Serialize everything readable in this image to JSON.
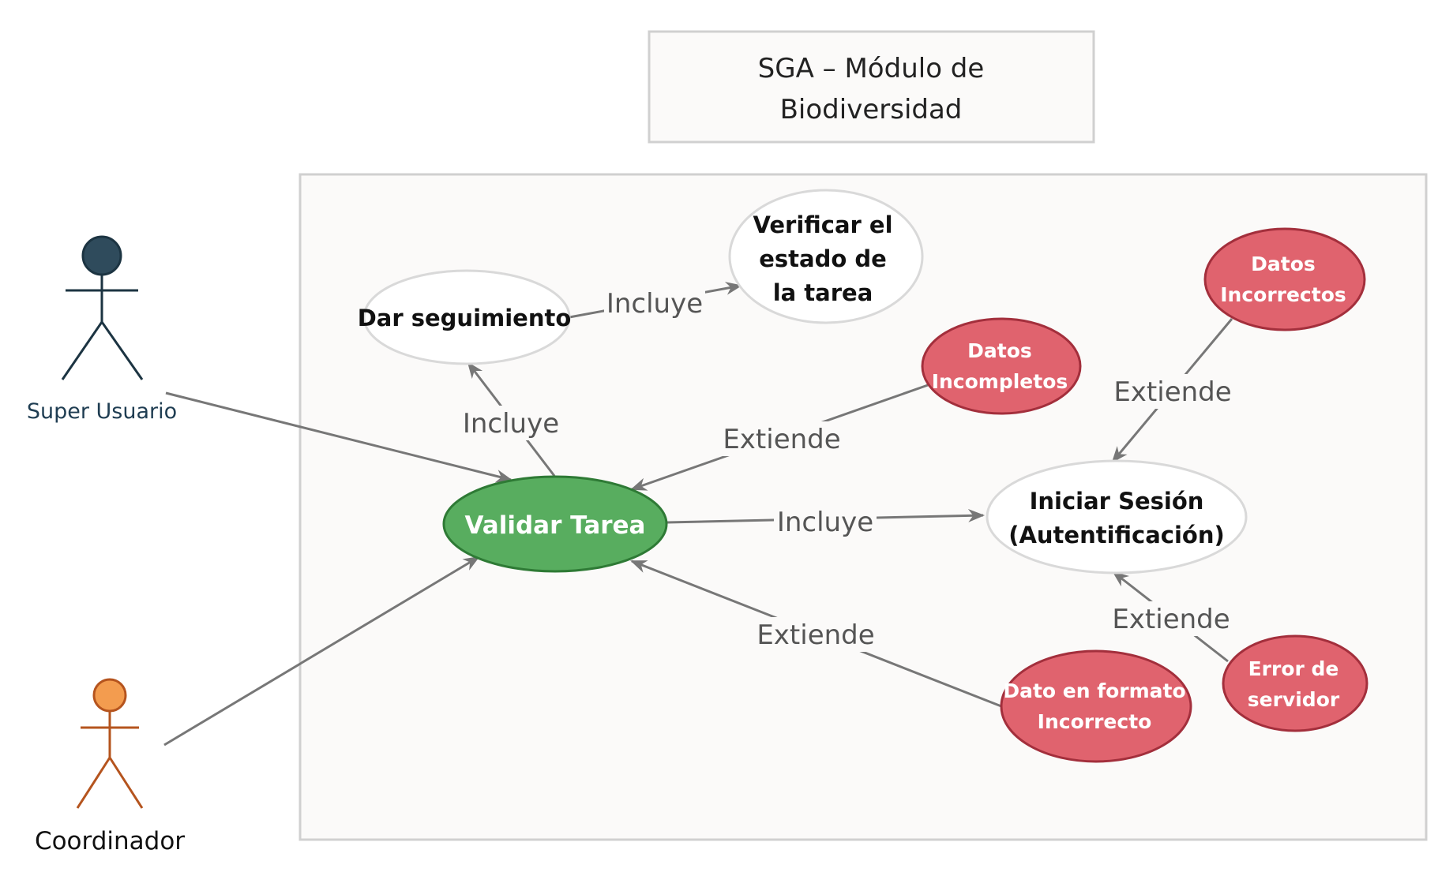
{
  "title": {
    "line1": "SGA – Módulo de",
    "line2": "Biodiversidad"
  },
  "actors": {
    "super_usuario": {
      "label": "Super Usuario",
      "color": "#2f4b5c"
    },
    "coordinador": {
      "label": "Coordinador",
      "color": "#f39c4f"
    }
  },
  "use_cases": {
    "validar_tarea": {
      "lines": [
        "Validar Tarea"
      ],
      "fill": "#58ad5f"
    },
    "dar_seguimiento": {
      "lines": [
        "Dar seguimiento"
      ]
    },
    "verificar_estado": {
      "lines": [
        "Verificar el",
        "estado de",
        "la tarea"
      ]
    },
    "iniciar_sesion": {
      "lines": [
        "Iniciar Sesión",
        "(Autentificación)"
      ]
    },
    "datos_incompletos": {
      "lines": [
        "Datos",
        "Incompletos"
      ],
      "fill": "#e0636e"
    },
    "datos_incorrectos": {
      "lines": [
        "Datos",
        "Incorrectos"
      ],
      "fill": "#e0636e"
    },
    "dato_formato": {
      "lines": [
        "Dato en formato",
        "Incorrecto"
      ],
      "fill": "#e0636e"
    },
    "error_servidor": {
      "lines": [
        "Error de",
        "servidor"
      ],
      "fill": "#e0636e"
    }
  },
  "edge_labels": {
    "incluye_seguimiento": "Incluye",
    "incluye_verificar": "Incluye",
    "incluye_sesion": "Incluye",
    "extiende_incompletos": "Extiende",
    "extiende_formato": "Extiende",
    "extiende_incorrectos": "Extiende",
    "extiende_servidor": "Extiende"
  }
}
